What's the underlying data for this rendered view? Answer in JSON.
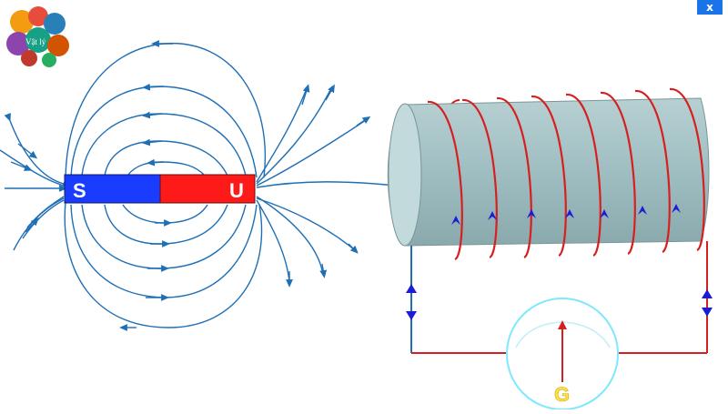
{
  "window": {
    "close_label": "x"
  },
  "logo": {
    "text": "Vật lý",
    "name": "site-logo"
  },
  "magnet": {
    "south_label": "S",
    "north_label": "U",
    "south_color": "#1a3cff",
    "north_color": "#ff1a1a"
  },
  "galvanometer": {
    "label": "G"
  },
  "colors": {
    "field_lines": "#1f6fb5",
    "coil_wire": "#d62020",
    "cylinder": "#a9c6c9",
    "current_arrows": "#1c1cd6",
    "meter_ring": "#7fe8ff"
  }
}
